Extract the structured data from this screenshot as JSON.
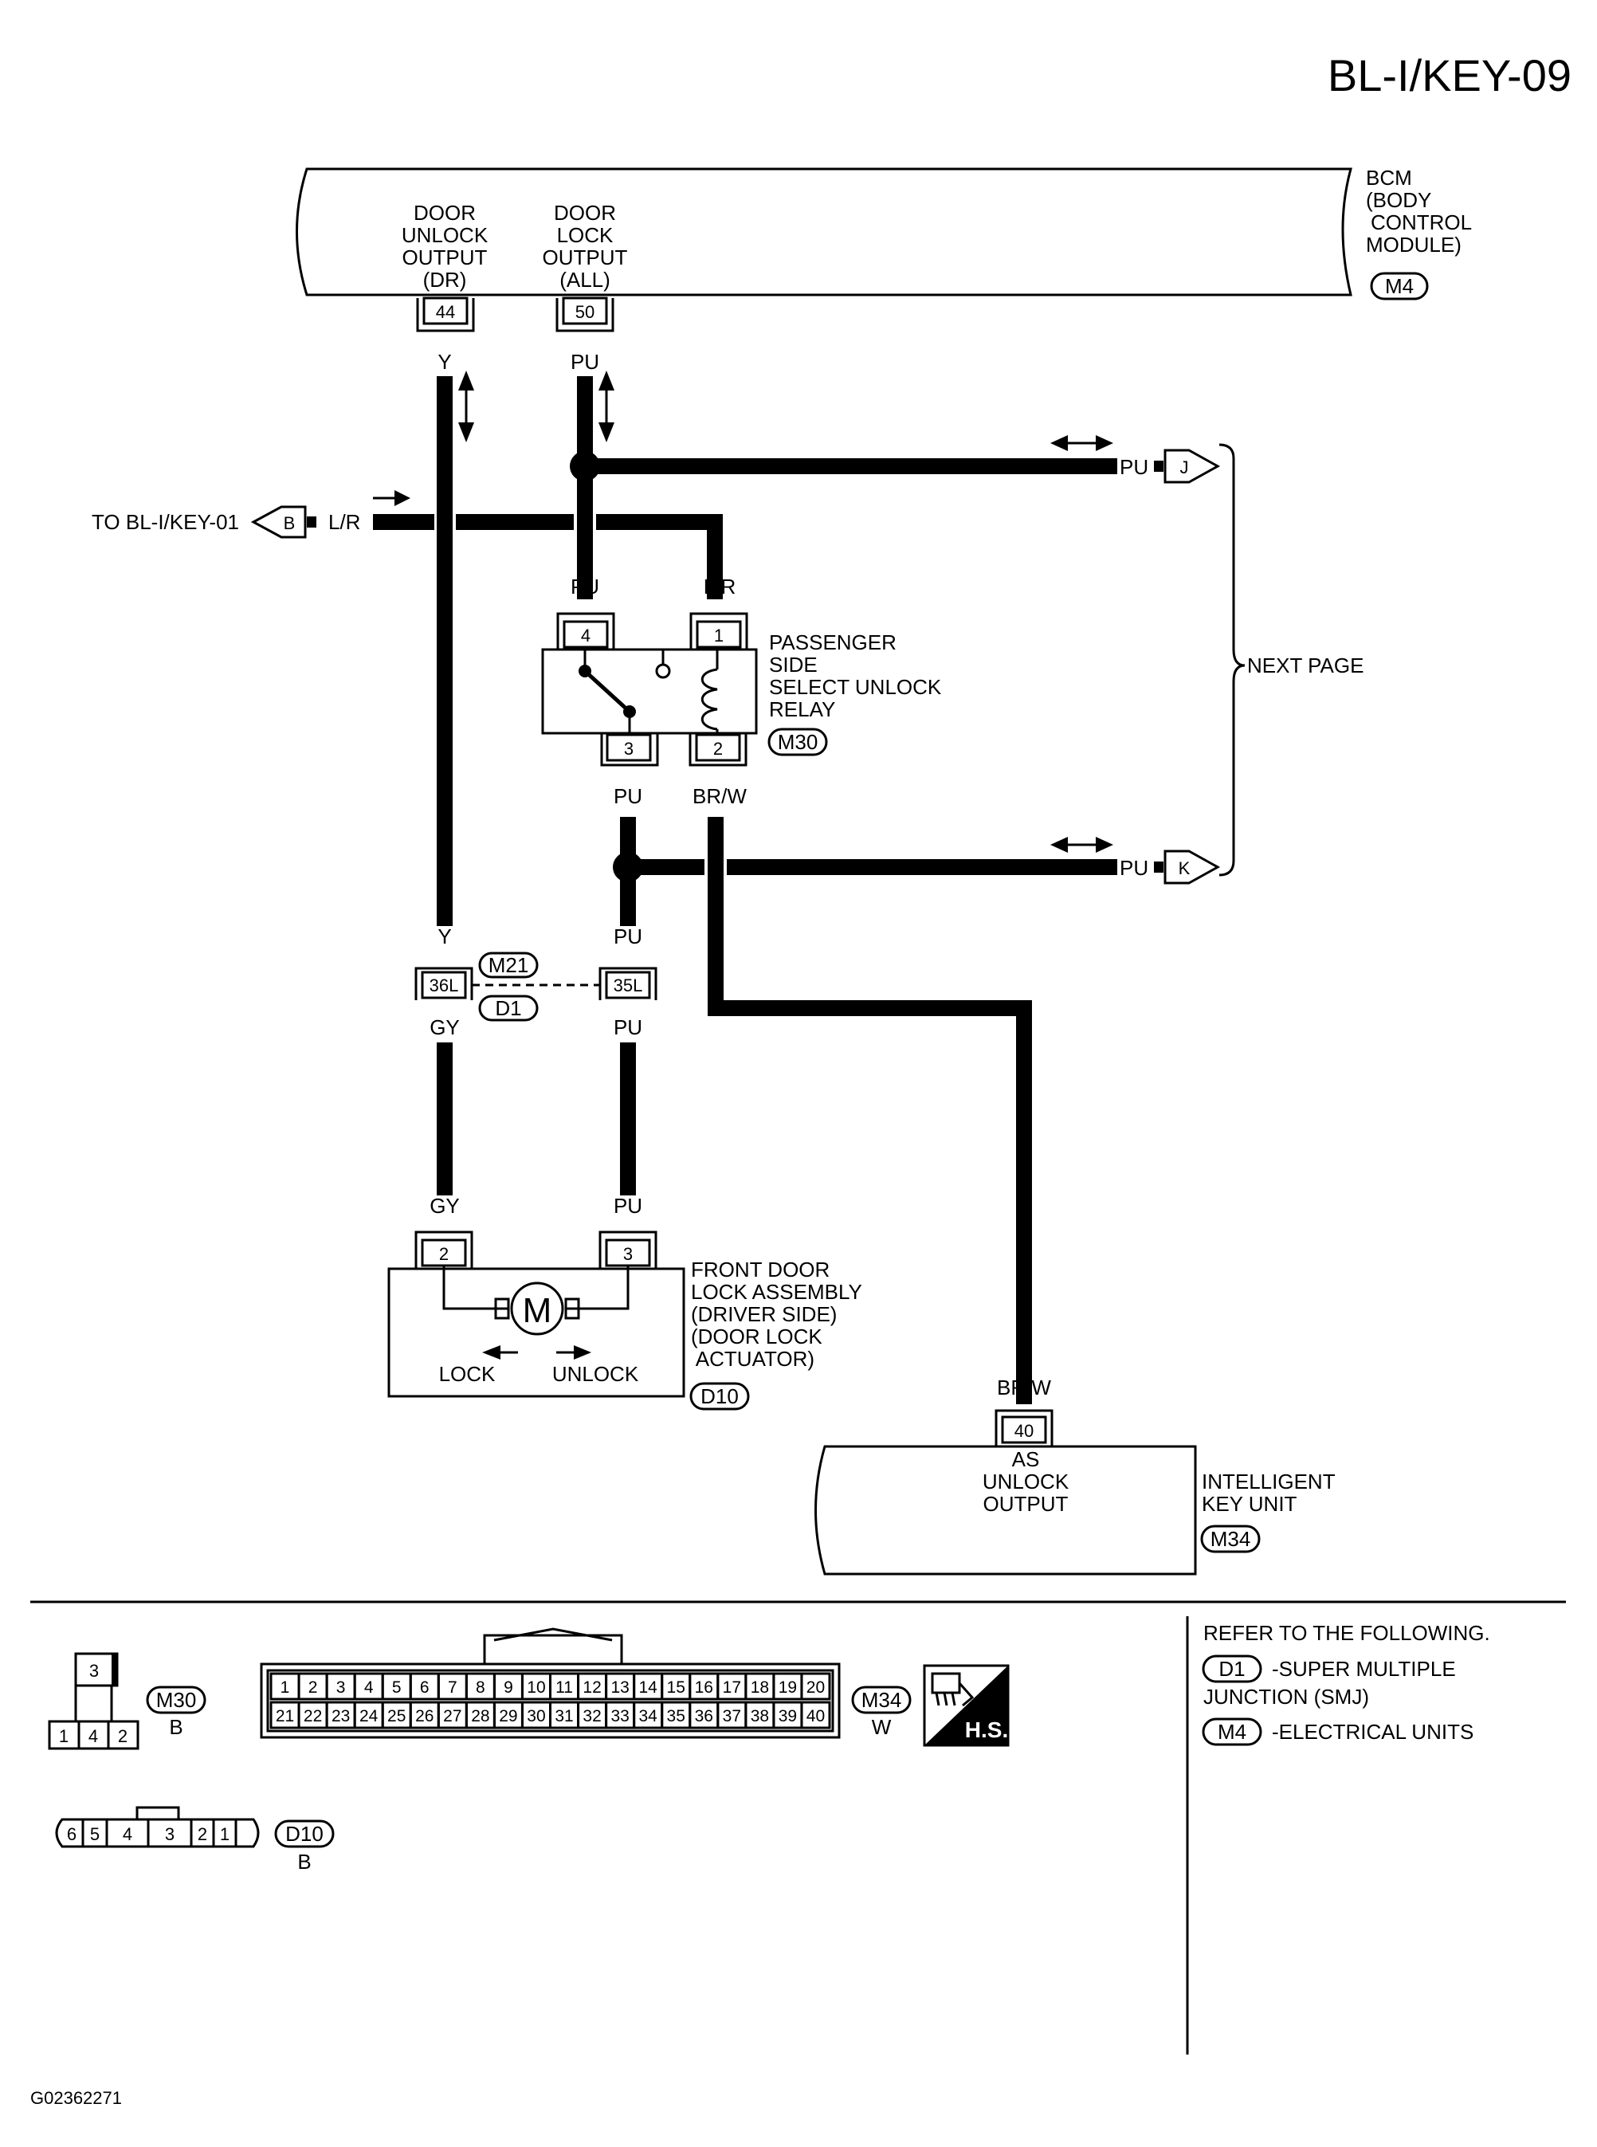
{
  "page_code": "BL-I/KEY-09",
  "figure_id": "G02362271",
  "bcm": {
    "title_lines": [
      "BCM",
      "(BODY",
      "CONTROL",
      "MODULE)"
    ],
    "connector": "M4",
    "terminals": [
      {
        "pin": "44",
        "lines": [
          "DOOR",
          "UNLOCK",
          "OUTPUT",
          "(DR)"
        ],
        "wire": "Y"
      },
      {
        "pin": "50",
        "lines": [
          "DOOR",
          "LOCK",
          "OUTPUT",
          "(ALL)"
        ],
        "wire": "PU"
      }
    ]
  },
  "to_ref": {
    "text": "TO BL-I/KEY-01",
    "letter": "B",
    "wire": "L/R"
  },
  "next_page": {
    "text": "NEXT PAGE",
    "links": [
      {
        "letter": "J",
        "wire": "PU"
      },
      {
        "letter": "K",
        "wire": "PU"
      }
    ]
  },
  "relay": {
    "lines": [
      "PASSENGER",
      "SIDE",
      "SELECT UNLOCK",
      "RELAY"
    ],
    "connector": "M30",
    "pins": [
      {
        "pin": "4",
        "wire": "PU"
      },
      {
        "pin": "1",
        "wire": "L/R"
      },
      {
        "pin": "3",
        "wire": "PU"
      },
      {
        "pin": "2",
        "wire": "BR/W"
      }
    ]
  },
  "smj": {
    "connectors": [
      "M21",
      "D1"
    ],
    "pins": [
      {
        "pin": "36L",
        "wire_top": "Y",
        "wire_bottom": "GY"
      },
      {
        "pin": "35L",
        "wire_top": "PU",
        "wire_bottom": "PU"
      }
    ]
  },
  "door_lock": {
    "lines": [
      "FRONT DOOR",
      "LOCK ASSEMBLY",
      "(DRIVER SIDE)",
      "(DOOR LOCK",
      " ACTUATOR)"
    ],
    "connector": "D10",
    "motor": "M",
    "lock": "LOCK",
    "unlock": "UNLOCK",
    "pins": [
      {
        "pin": "2",
        "wire": "GY"
      },
      {
        "pin": "3",
        "wire": "PU"
      }
    ]
  },
  "intelligent_key": {
    "lines": [
      "INTELLIGENT",
      "KEY UNIT"
    ],
    "connector": "M34",
    "terminal": {
      "pin": "40",
      "wire": "BR/W",
      "lines": [
        "AS",
        "UNLOCK",
        "OUTPUT"
      ]
    }
  },
  "connector_views": {
    "m30": {
      "id": "M30",
      "color": "B",
      "top": "3",
      "bottom": [
        "1",
        "4",
        "2"
      ]
    },
    "m34": {
      "id": "M34",
      "color": "W",
      "row1": [
        "1",
        "2",
        "3",
        "4",
        "5",
        "6",
        "7",
        "8",
        "9",
        "10",
        "11",
        "12",
        "13",
        "14",
        "15",
        "16",
        "17",
        "18",
        "19",
        "20"
      ],
      "row2": [
        "21",
        "22",
        "23",
        "24",
        "25",
        "26",
        "27",
        "28",
        "29",
        "30",
        "31",
        "32",
        "33",
        "34",
        "35",
        "36",
        "37",
        "38",
        "39",
        "40"
      ]
    },
    "hs": "H.S.",
    "d10": {
      "id": "D10",
      "color": "B",
      "pins": [
        "6",
        "5",
        "4",
        "3",
        "2",
        "1"
      ]
    }
  },
  "refer": {
    "title": "REFER TO THE FOLLOWING.",
    "items": [
      {
        "connector": "D1",
        "text": "-SUPER MULTIPLE",
        "text2": "JUNCTION (SMJ)"
      },
      {
        "connector": "M4",
        "text": "-ELECTRICAL UNITS"
      }
    ]
  }
}
